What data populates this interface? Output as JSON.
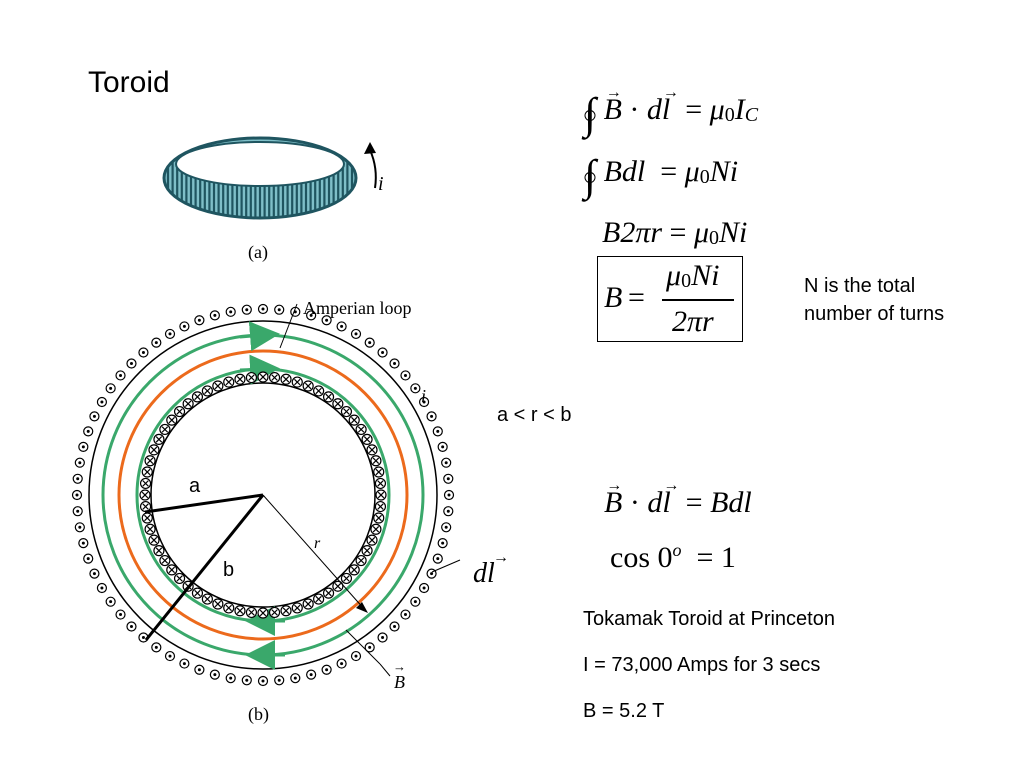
{
  "slide": {
    "title": "Toroid",
    "note_line1": "N is the total",
    "note_line2": "number of turns",
    "range": "a < r < b",
    "tokamak_line1": "Tokamak Toroid at Princeton",
    "tokamak_line2": "I = 73,000 Amps for 3 secs",
    "tokamak_line3": "B = 5.2 T"
  },
  "figure_a": {
    "caption": "(a)",
    "current_label": "i"
  },
  "figure_b": {
    "caption": "(b)",
    "loop_label": "Amperian loop",
    "current_label": "i",
    "r_label": "r",
    "a_label": "a",
    "b_label": "b",
    "dl_label": "dl",
    "B_label": "B"
  },
  "equations": {
    "eq1_mu": "μ",
    "eq1_zero": "0",
    "eq1_I": "I",
    "eq1_C": "C",
    "eq2_lhs": "Bdl",
    "eq2_mu": "μ",
    "eq2_zero": "0",
    "eq2_Ni": "Ni",
    "eq3_lhs": "B2πr",
    "eq3_mu": "μ",
    "eq3_zero": "0",
    "eq3_Ni": "Ni",
    "eq4_B": "B",
    "eq4_num_mu": "μ",
    "eq4_num_zero": "0",
    "eq4_num_Ni": "Ni",
    "eq4_den": "2πr",
    "eq5_rhs": "Bdl",
    "eq6_cos": "cos 0",
    "eq6_deg": "o",
    "eq6_rhs": "1"
  },
  "colors": {
    "toroid_fill": "#7fbfc8",
    "toroid_wire": "#1f5560",
    "green_loop": "#3aa86b",
    "orange_loop": "#ec6a1c"
  }
}
